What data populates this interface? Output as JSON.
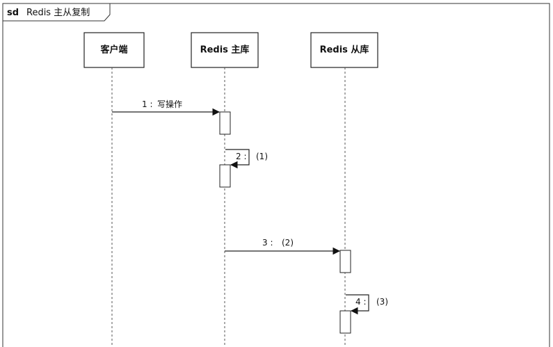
{
  "frame": {
    "keyword": "sd",
    "title": "Redis 主从复制"
  },
  "participants": [
    {
      "id": "client",
      "label": "客户端"
    },
    {
      "id": "master",
      "label": "Redis 主库"
    },
    {
      "id": "slave",
      "label": "Redis 从库"
    }
  ],
  "messages": [
    {
      "number": "1 :",
      "text": "写操作"
    },
    {
      "number": "2 :",
      "text": "(1)"
    },
    {
      "number": "3 :",
      "text": "(2)"
    },
    {
      "number": "4 :",
      "text": "(3)"
    }
  ],
  "colors": {
    "line": "#222222",
    "lifeline": "#555555",
    "background": "#ffffff"
  }
}
